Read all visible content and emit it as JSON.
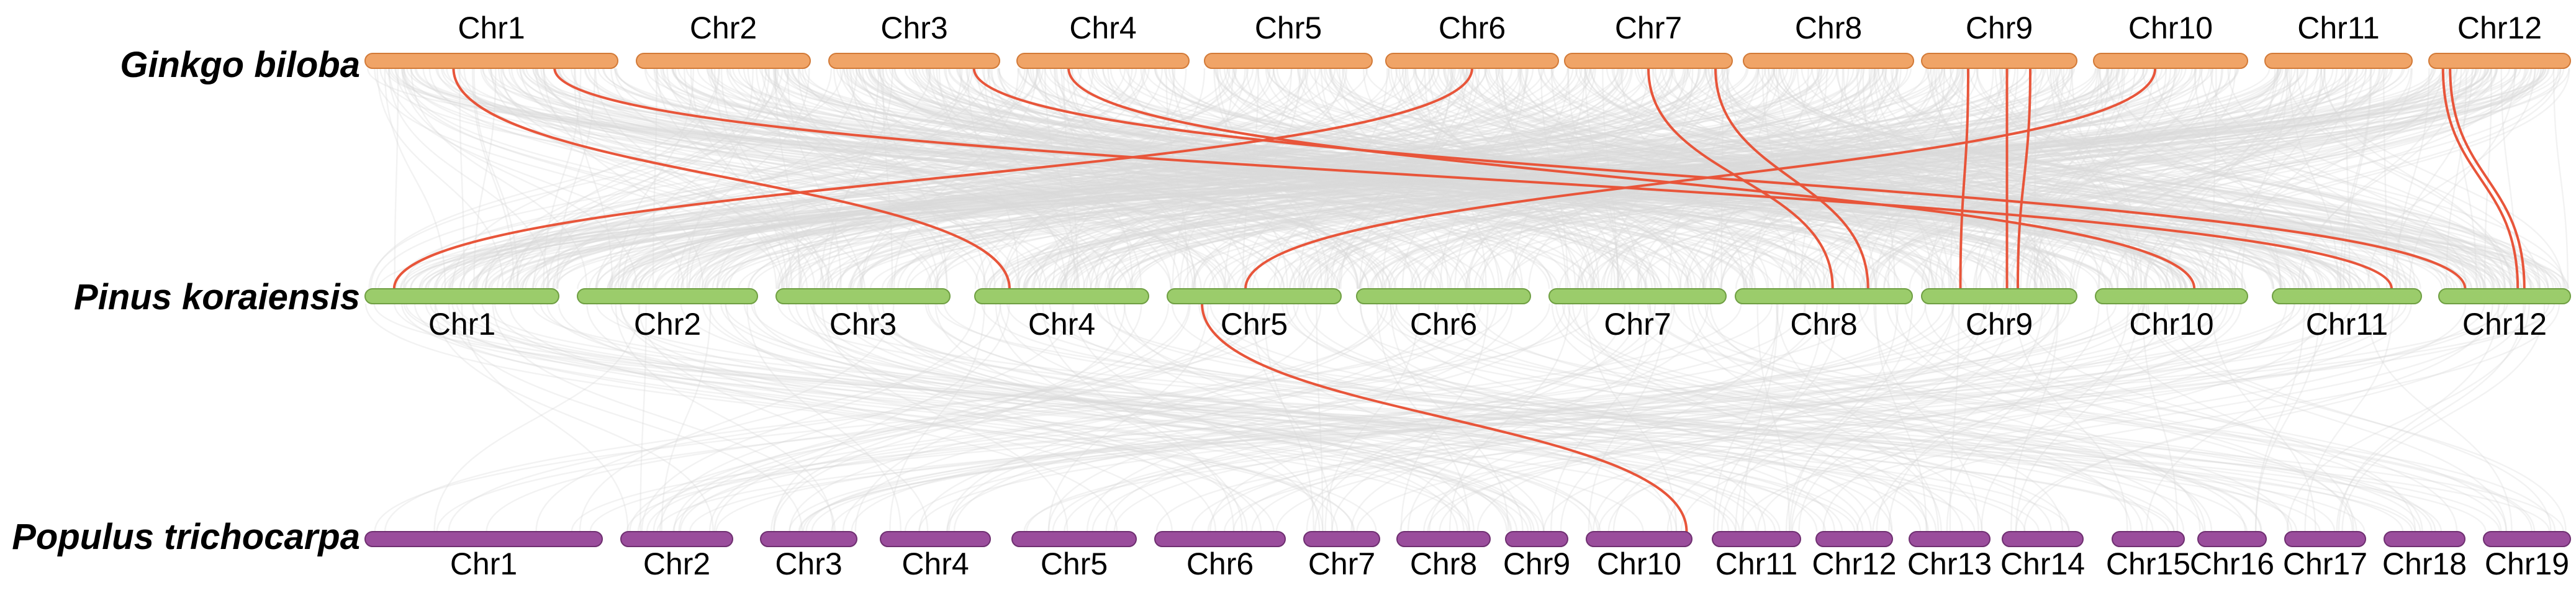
{
  "species": [
    {
      "name": "Ginkgo biloba",
      "fill": "#f0a467",
      "stroke": "#d27a38",
      "chromosomes": [
        "Chr1",
        "Chr2",
        "Chr3",
        "Chr4",
        "Chr5",
        "Chr6",
        "Chr7",
        "Chr8",
        "Chr9",
        "Chr10",
        "Chr11",
        "Chr12"
      ]
    },
    {
      "name": "Pinus koraiensis",
      "fill": "#9bcc6b",
      "stroke": "#6f9f43",
      "chromosomes": [
        "Chr1",
        "Chr2",
        "Chr3",
        "Chr4",
        "Chr5",
        "Chr6",
        "Chr7",
        "Chr8",
        "Chr9",
        "Chr10",
        "Chr11",
        "Chr12"
      ]
    },
    {
      "name": "Populus trichocarpa",
      "fill": "#9a4d9c",
      "stroke": "#6e2f70",
      "chromosomes": [
        "Chr1",
        "Chr2",
        "Chr3",
        "Chr4",
        "Chr5",
        "Chr6",
        "Chr7",
        "Chr8",
        "Chr9",
        "Chr10",
        "Chr11",
        "Chr12",
        "Chr13",
        "Chr14",
        "Chr15",
        "Chr16",
        "Chr17",
        "Chr18",
        "Chr19"
      ]
    }
  ],
  "colors": {
    "highlight_link": "#e8553a",
    "background_link": "#dcdcdc"
  },
  "highlight_links": [
    {
      "from_species": 0,
      "from_chr": "Chr1",
      "to_species": 1,
      "to_chr": "Chr4"
    },
    {
      "from_species": 0,
      "from_chr": "Chr1",
      "to_species": 1,
      "to_chr": "Chr11"
    },
    {
      "from_species": 0,
      "from_chr": "Chr3",
      "to_species": 1,
      "to_chr": "Chr12"
    },
    {
      "from_species": 0,
      "from_chr": "Chr4",
      "to_species": 1,
      "to_chr": "Chr10"
    },
    {
      "from_species": 0,
      "from_chr": "Chr6",
      "to_species": 1,
      "to_chr": "Chr1"
    },
    {
      "from_species": 0,
      "from_chr": "Chr7",
      "to_species": 1,
      "to_chr": "Chr8"
    },
    {
      "from_species": 0,
      "from_chr": "Chr7",
      "to_species": 1,
      "to_chr": "Chr8"
    },
    {
      "from_species": 0,
      "from_chr": "Chr9",
      "to_species": 1,
      "to_chr": "Chr9"
    },
    {
      "from_species": 0,
      "from_chr": "Chr9",
      "to_species": 1,
      "to_chr": "Chr9"
    },
    {
      "from_species": 0,
      "from_chr": "Chr9",
      "to_species": 1,
      "to_chr": "Chr9"
    },
    {
      "from_species": 0,
      "from_chr": "Chr10",
      "to_species": 1,
      "to_chr": "Chr5"
    },
    {
      "from_species": 0,
      "from_chr": "Chr12",
      "to_species": 1,
      "to_chr": "Chr12"
    },
    {
      "from_species": 0,
      "from_chr": "Chr12",
      "to_species": 1,
      "to_chr": "Chr12"
    },
    {
      "from_species": 1,
      "from_chr": "Chr5",
      "to_species": 2,
      "to_chr": "Chr10"
    }
  ]
}
